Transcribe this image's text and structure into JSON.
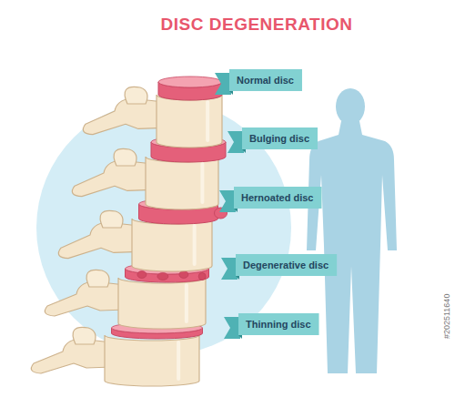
{
  "diagram": {
    "title": "DISC DEGENERATION",
    "nodes": [
      {
        "text": [
          "Normal disc"
        ]
      },
      {
        "text": [
          "Bulging disc"
        ]
      },
      {
        "text": [
          "Hernoated disc"
        ]
      },
      {
        "text": [
          "Degenerative disc"
        ]
      },
      {
        "text": [
          "Thinning disc"
        ]
      }
    ],
    "labels": [
      "#202511640"
    ]
  }
}
